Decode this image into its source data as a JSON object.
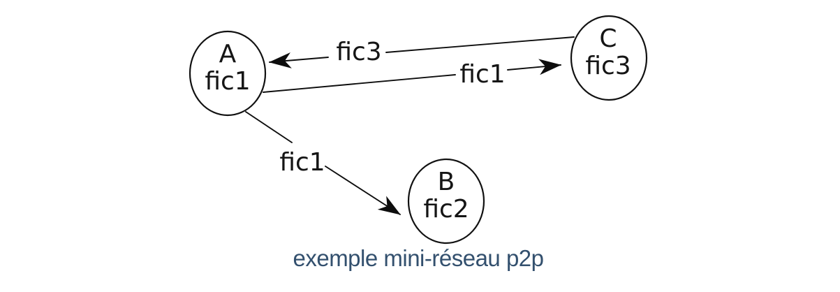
{
  "diagram": {
    "type": "directed-graph",
    "background": "#ffffff",
    "line_color": "#0d0d0d",
    "text_color": "#151515",
    "caption": "exemple mini-réseau p2p",
    "caption_color": "#33506e",
    "nodes": [
      {
        "id": "A",
        "name": "A",
        "file": "fic1"
      },
      {
        "id": "B",
        "name": "B",
        "file": "fic2"
      },
      {
        "id": "C",
        "name": "C",
        "file": "fic3"
      }
    ],
    "edges": [
      {
        "from": "C",
        "to": "A",
        "label": "fic3"
      },
      {
        "from": "A",
        "to": "C",
        "label": "fic1"
      },
      {
        "from": "A",
        "to": "B",
        "label": "fic1"
      }
    ]
  }
}
